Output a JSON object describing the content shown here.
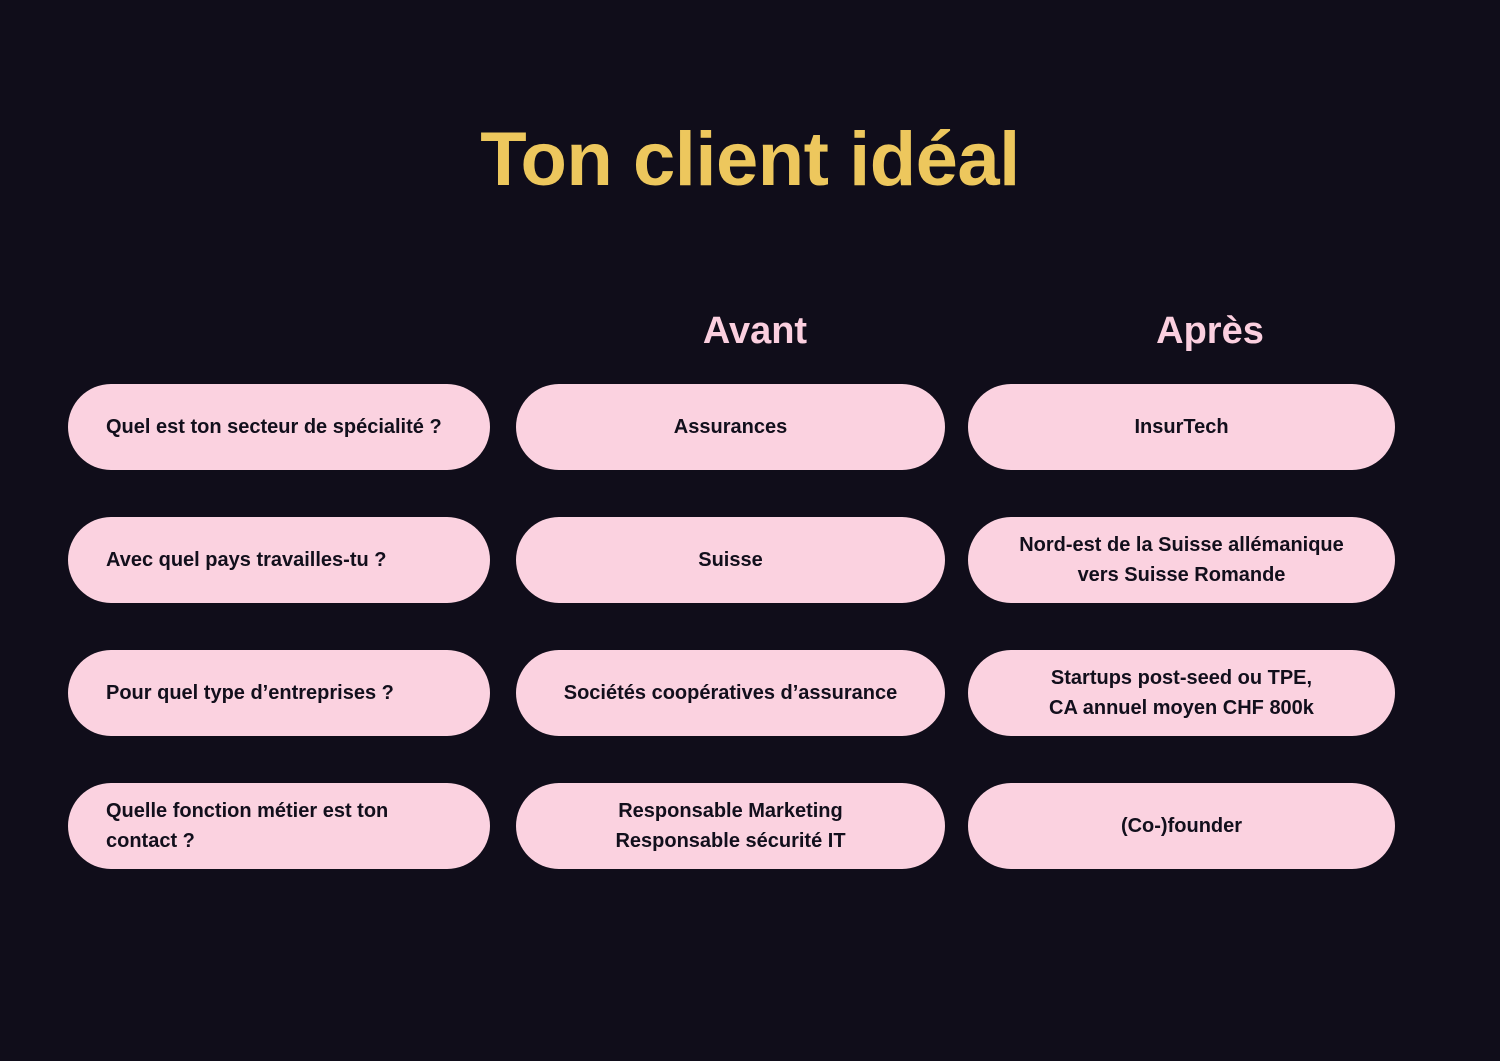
{
  "slide": {
    "title": "Ton client idéal",
    "background_color": "#100d1a",
    "title_color": "#edc75d",
    "header_color": "#fbcfdf",
    "pill_color": "#fbd2e0",
    "pill_text_color": "#120f1c"
  },
  "columns": {
    "question_header": "",
    "before_header": "Avant",
    "after_header": "Après"
  },
  "rows": [
    {
      "question": "Quel est ton secteur de spécialité ?",
      "before": "Assurances",
      "after": "InsurTech"
    },
    {
      "question": "Avec quel pays travailles-tu ?",
      "before": "Suisse",
      "after": "Nord-est de la Suisse allémanique\nvers Suisse Romande"
    },
    {
      "question": "Pour quel type d’entreprises ?",
      "before": "Sociétés coopératives d’assurance",
      "after": "Startups post-seed ou TPE,\nCA annuel moyen CHF 800k"
    },
    {
      "question": "Quelle fonction métier est ton contact ?",
      "before": "Responsable Marketing\nResponsable sécurité IT",
      "after": "(Co-)founder"
    }
  ]
}
